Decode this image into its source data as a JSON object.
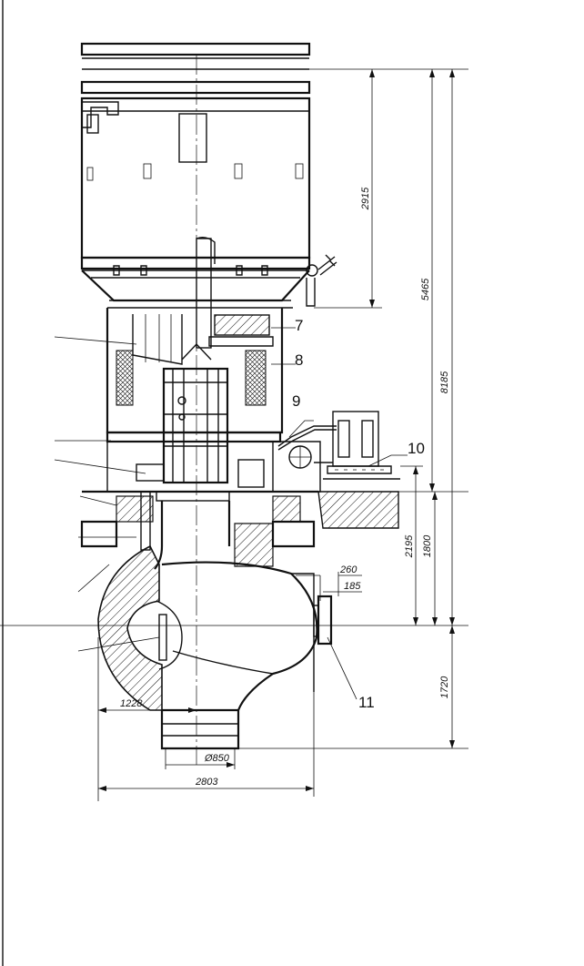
{
  "callouts": [
    "7",
    "8",
    "9",
    "10",
    "11"
  ],
  "dimensions": {
    "d2915": "2915",
    "d5465": "5465",
    "d8185": "8185",
    "d2195": "2195",
    "d1800": "1800",
    "d1720": "1720",
    "d260": "260",
    "d185": "185",
    "d1228": "1228",
    "d850": "Ø850",
    "d2803": "2803"
  }
}
